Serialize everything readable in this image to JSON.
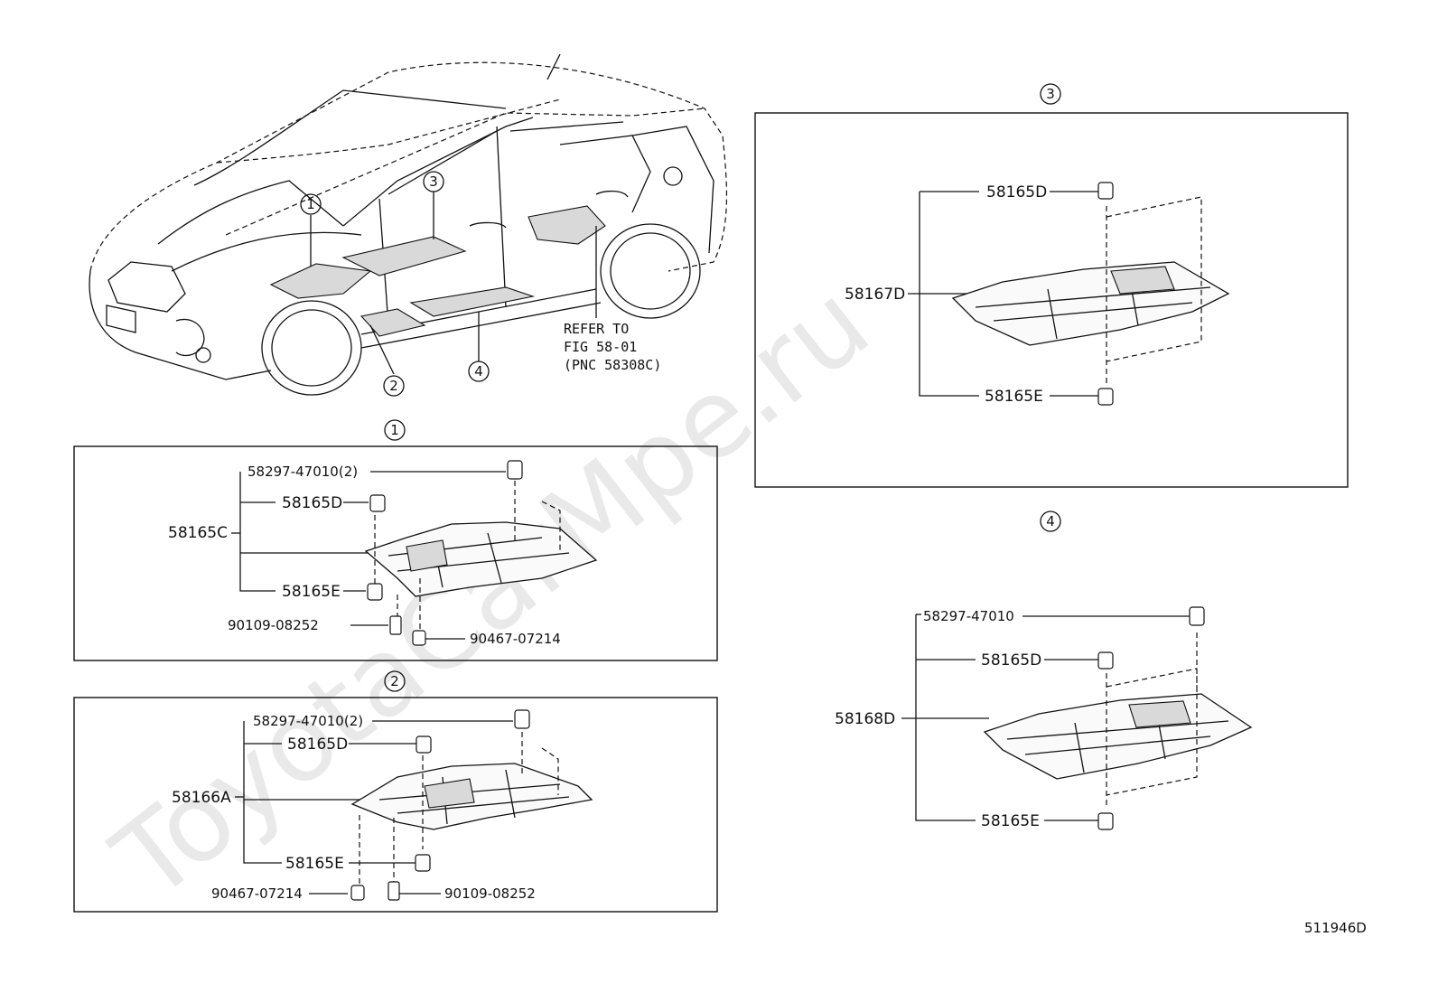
{
  "watermark": "ToyotaCarMpe.ru",
  "diagram_code": "511946D",
  "overview": {
    "callouts": [
      "1",
      "3",
      "2",
      "4"
    ],
    "refer_note": [
      "REFER TO",
      "FIG 58-01",
      "(PNC 58308C)"
    ]
  },
  "section1": {
    "id": "1",
    "labels": {
      "clip_a": "58297-47010(2)",
      "nut": "58165D",
      "main": "58165C",
      "bolt_e": "58165E",
      "bolt": "90109-08252",
      "clip_b": "90467-07214"
    }
  },
  "section2": {
    "id": "2",
    "labels": {
      "clip_a": "58297-47010(2)",
      "nut": "58165D",
      "main": "58166A",
      "bolt_e": "58165E",
      "clip_b": "90467-07214",
      "bolt": "90109-08252"
    }
  },
  "section3": {
    "id": "3",
    "labels": {
      "nut": "58165D",
      "main": "58167D",
      "bolt_e": "58165E"
    }
  },
  "section4": {
    "id": "4",
    "labels": {
      "clip_a": "58297-47010",
      "nut": "58165D",
      "main": "58168D",
      "bolt_e": "58165E"
    }
  }
}
